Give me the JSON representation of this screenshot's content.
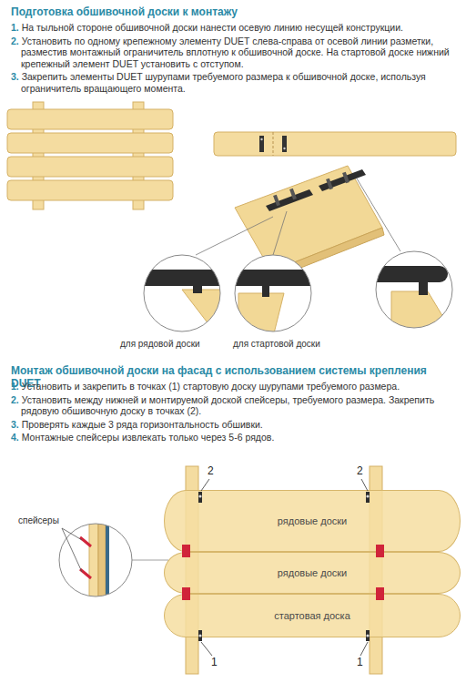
{
  "diagram": {
    "nodes": [
      {
        "text": [
          "рядовые доски"
        ]
      },
      {
        "text": [
          "рядовые доски"
        ]
      },
      {
        "text": [
          "стартовая доска"
        ]
      }
    ],
    "labels": [
      "Подготовка обшивочной доски к монтажу",
      "1. На тыльной стороне обшивочной доски нанести осевую линию несущей конструкции.",
      "2. Установить по одному крепежному элементу DUET слева-справа от осевой линии разметки, разместив монтажный ограничитель вплотную к обшивочной доске. На стартовой доске нижний крепежный элемент DUET установить с отступом.",
      "3. Закрепить элементы DUET шурупами требуемого размера к обшивочной доске, используя ограничитель вращающего момента.",
      "для рядовой доски",
      "для стартовой доски",
      "Монтаж обшивочной доски на фасад с использованием системы крепления DUET",
      "1. Установить и закрепить в точках (1) стартовую доску шурупами требуемого размера.",
      "2. Установить между нижней и монтируемой доской спейсеры, требуемого размера. Закрепить рядовую обшивочную доску в точках (2).",
      "3. Проверять каждые 3 ряда горизонтальность обшивки.",
      "4. Монтажные спейсеры извлекать только через 5-6 рядов.",
      "спейсеры",
      "2",
      "2",
      "1",
      "1"
    ]
  }
}
